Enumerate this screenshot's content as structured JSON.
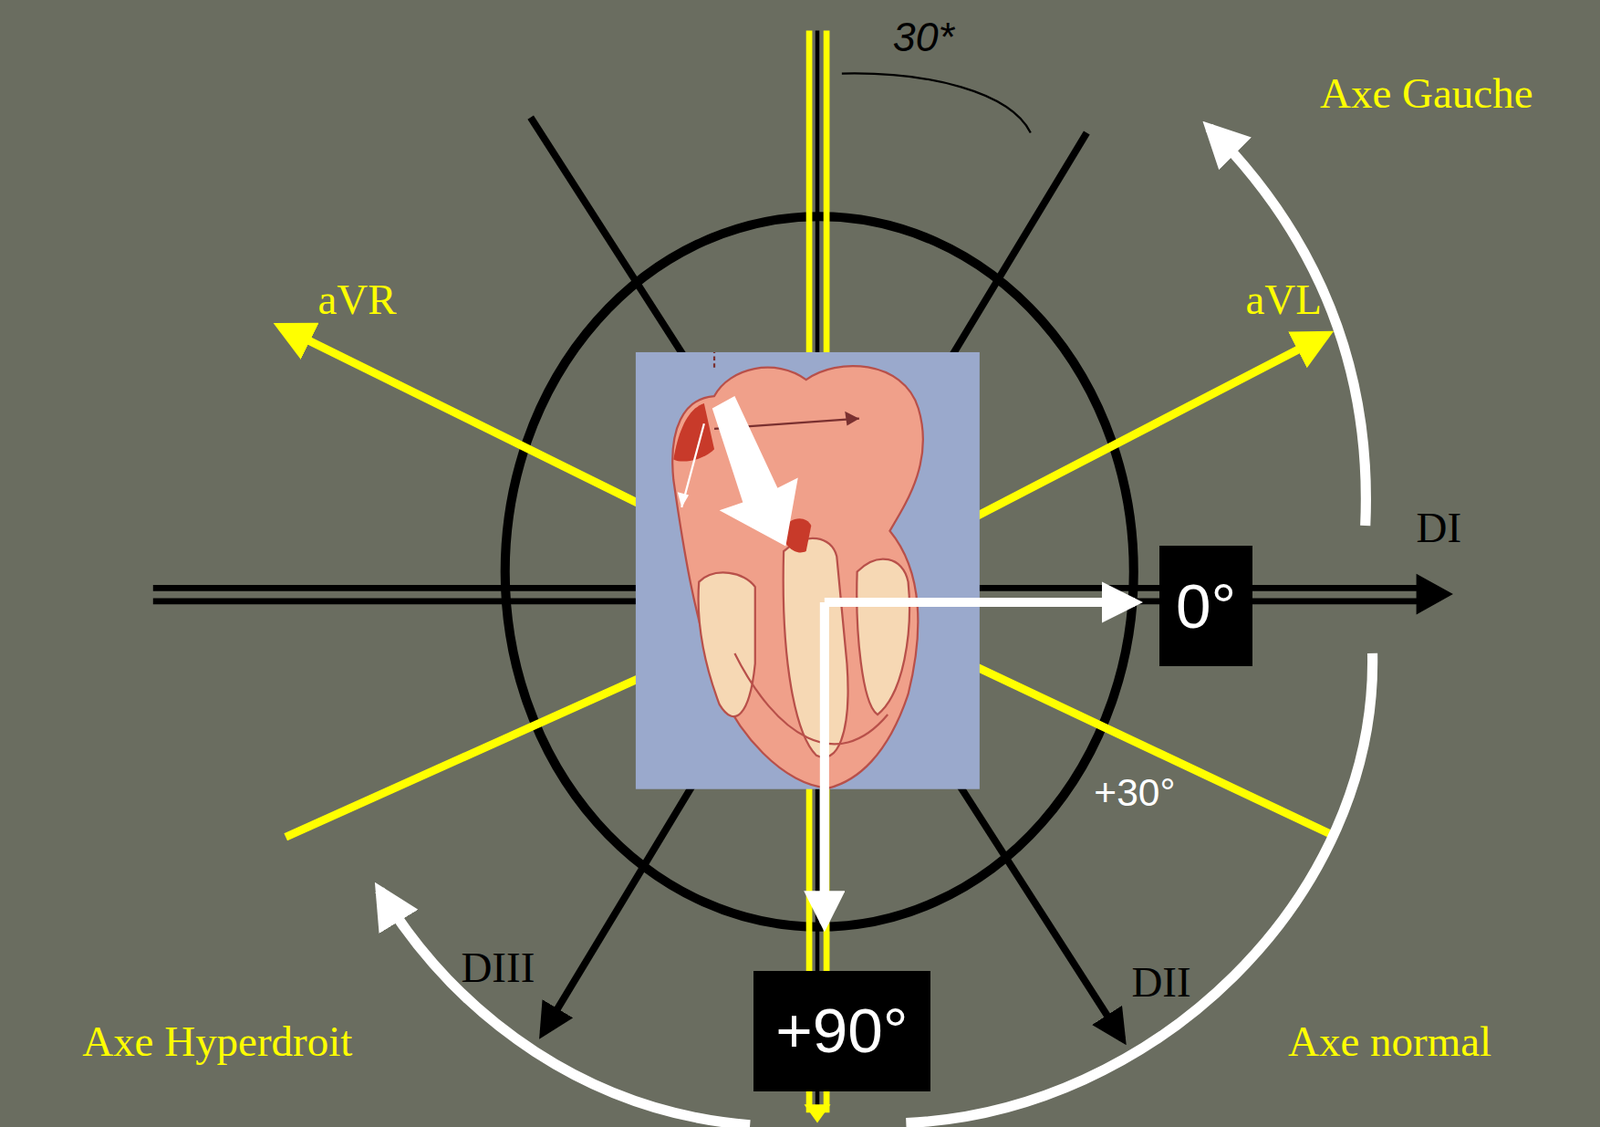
{
  "diagram": {
    "nodes": [
      {
        "text": [
          "0°"
        ]
      },
      {
        "text": [
          "+90°"
        ]
      }
    ],
    "labels": [
      "30*",
      "Axe Gauche",
      "aVR",
      "aVL",
      "DI",
      "+30°",
      "DIII",
      "DII",
      "Axe Hyperdroit",
      "Axe normal"
    ]
  }
}
